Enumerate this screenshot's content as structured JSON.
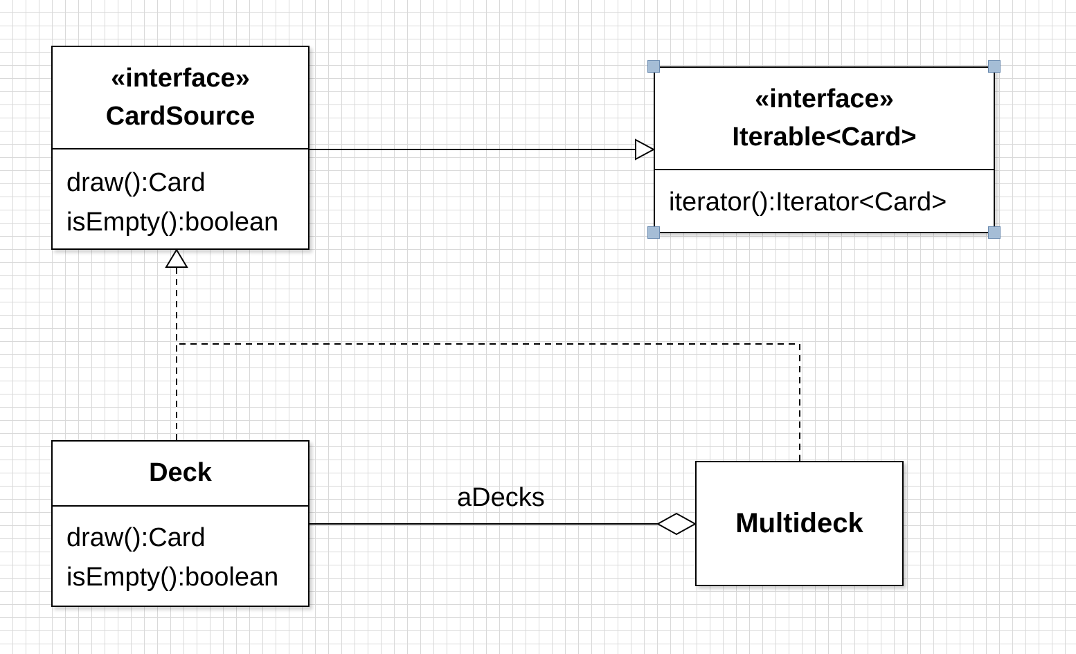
{
  "classes": {
    "card_source": {
      "stereotype": "«interface»",
      "name": "CardSource",
      "methods": [
        "draw():Card",
        "isEmpty():boolean"
      ]
    },
    "iterable": {
      "stereotype": "«interface»",
      "name": "Iterable<Card>",
      "methods": [
        "iterator():Iterator<Card>"
      ]
    },
    "deck": {
      "name": "Deck",
      "methods": [
        "draw():Card",
        "isEmpty():boolean"
      ]
    },
    "multideck": {
      "name": "Multideck"
    }
  },
  "associations": {
    "deck_multideck_label": "aDecks"
  },
  "colors": {
    "grid": "#d9d9d9",
    "selection_handle": "#a5bdd6",
    "line": "#000000"
  }
}
